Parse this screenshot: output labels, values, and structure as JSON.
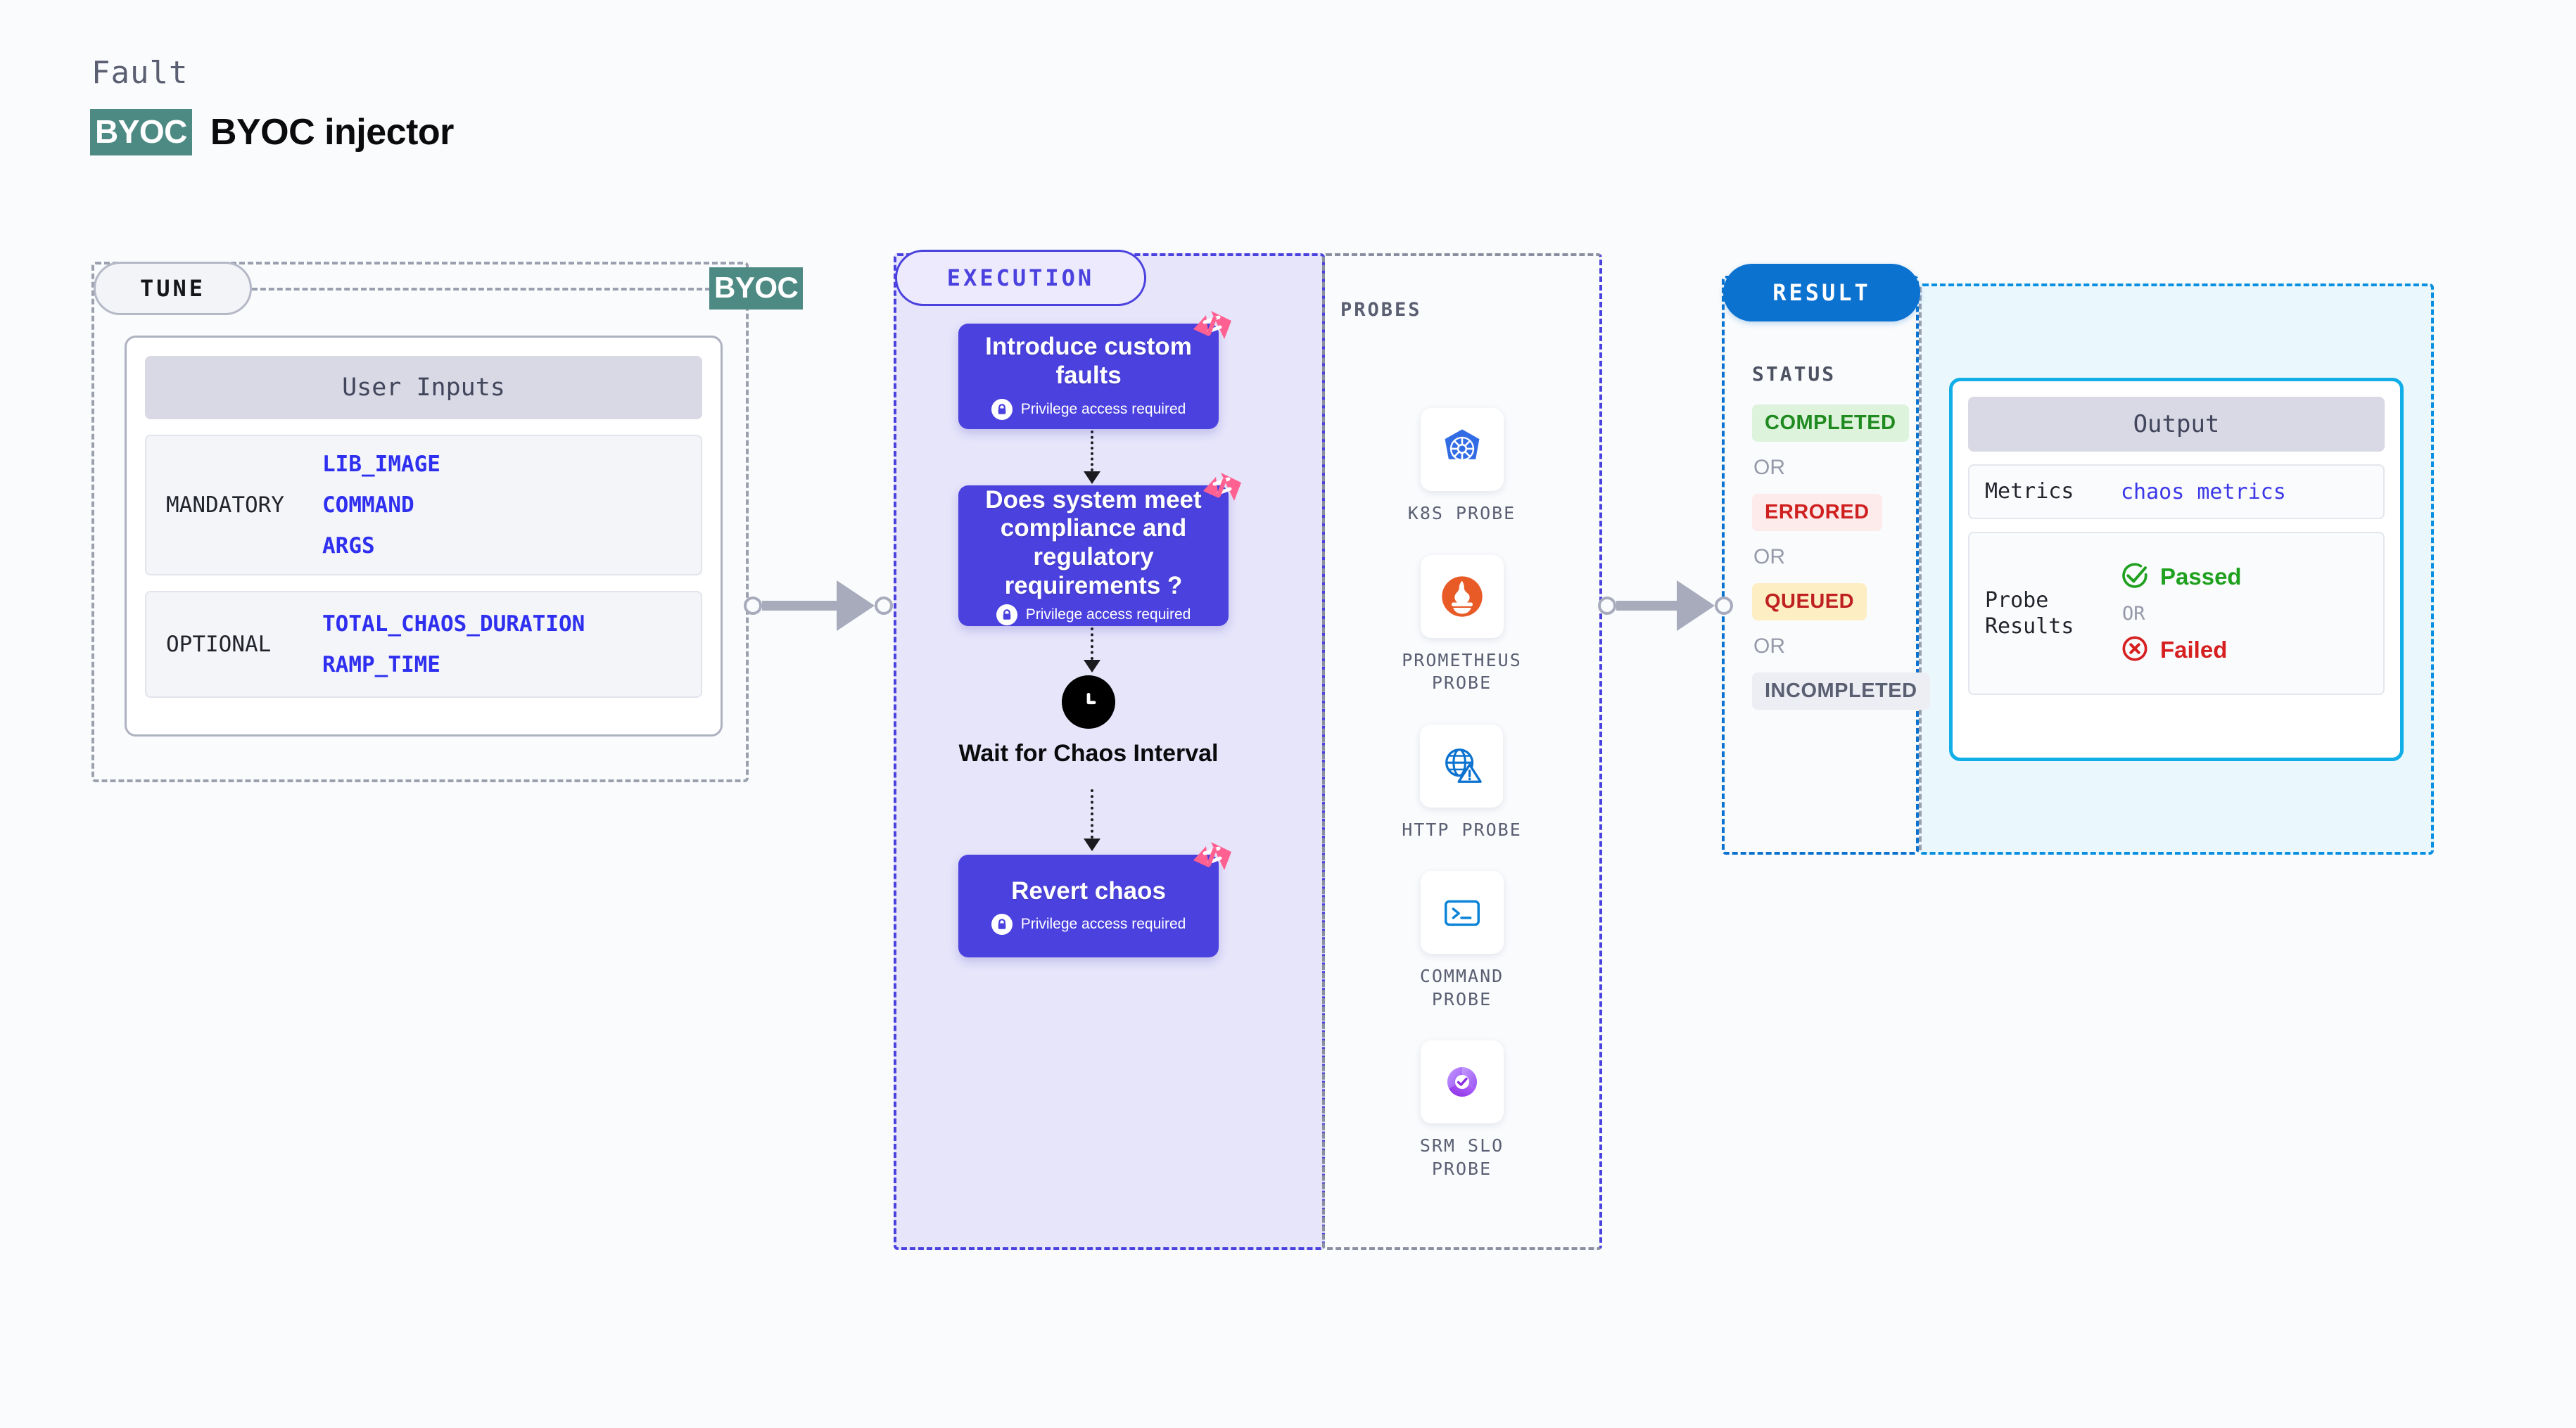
{
  "header": {
    "eyebrow": "Fault",
    "badge": "BYOC",
    "title": "BYOC injector"
  },
  "colors": {
    "page_bg": "#f9fbfd",
    "byoc_teal": "#4e8a84",
    "execution_purple": "#4b41de",
    "execution_bg": "#e6e5fa",
    "result_blue": "#0b72d0",
    "output_cyan": "#12aee8",
    "output_bg": "#eaf8fd",
    "harness_pink": "#ff6092",
    "value_blue": "#2f2ff0"
  },
  "tune": {
    "pill_label": "TUNE",
    "edge_badge": "BYOC",
    "card_title": "User Inputs",
    "groups": [
      {
        "label": "MANDATORY",
        "values": [
          "LIB_IMAGE",
          "COMMAND",
          "ARGS"
        ]
      },
      {
        "label": "OPTIONAL",
        "values": [
          "TOTAL_CHAOS_DURATION",
          "RAMP_TIME"
        ]
      }
    ]
  },
  "execution": {
    "pill_label": "EXECUTION",
    "privilege_note": "Privilege access required",
    "nodes": [
      {
        "title": "Introduce custom faults",
        "privileged": true
      },
      {
        "title": "Does system meet compliance and regulatory requirements ?",
        "privileged": true
      },
      {
        "title": "Wait for Chaos Interval",
        "privileged": false
      },
      {
        "title": "Revert chaos",
        "privileged": true
      }
    ]
  },
  "probes": {
    "title": "PROBES",
    "items": [
      {
        "label": "K8S PROBE",
        "icon": "kubernetes-icon"
      },
      {
        "label": "PROMETHEUS PROBE",
        "icon": "prometheus-icon"
      },
      {
        "label": "HTTP PROBE",
        "icon": "http-globe-icon"
      },
      {
        "label": "COMMAND PROBE",
        "icon": "terminal-icon"
      },
      {
        "label": "SRM SLO PROBE",
        "icon": "srm-slo-icon"
      }
    ]
  },
  "result": {
    "pill_label": "RESULT",
    "status_title": "STATUS",
    "or_label": "OR",
    "statuses": [
      {
        "label": "COMPLETED",
        "bg": "#ddf3dc",
        "fg": "#1f8a1f"
      },
      {
        "label": "ERRORED",
        "bg": "#fdeaea",
        "fg": "#cf2020"
      },
      {
        "label": "QUEUED",
        "bg": "#fdeec4",
        "fg": "#bf2020"
      },
      {
        "label": "INCOMPLETED",
        "bg": "#eceef4",
        "fg": "#5a5f72"
      }
    ],
    "output": {
      "title": "Output",
      "metrics_key": "Metrics",
      "metrics_value": "chaos metrics",
      "probe_results_key": "Probe Results",
      "probe_results": [
        {
          "label": "Passed",
          "color": "#1fa11f",
          "icon": "check-circle-icon"
        },
        {
          "label": "Failed",
          "color": "#d61f1f",
          "icon": "x-circle-icon"
        }
      ],
      "or_label": "OR"
    }
  }
}
